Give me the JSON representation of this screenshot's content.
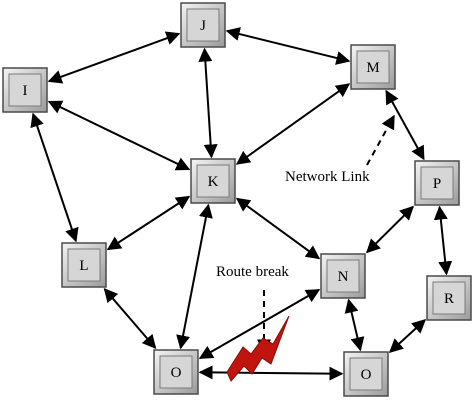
{
  "nodes": [
    {
      "id": "J",
      "label": "J"
    },
    {
      "id": "I",
      "label": "I"
    },
    {
      "id": "M",
      "label": "M"
    },
    {
      "id": "K",
      "label": "K"
    },
    {
      "id": "P",
      "label": "P"
    },
    {
      "id": "L",
      "label": "L"
    },
    {
      "id": "N",
      "label": "N"
    },
    {
      "id": "R",
      "label": "R"
    },
    {
      "id": "O1",
      "label": "O"
    },
    {
      "id": "O2",
      "label": "O"
    }
  ],
  "edges": [
    {
      "from": "J",
      "to": "I"
    },
    {
      "from": "J",
      "to": "K"
    },
    {
      "from": "J",
      "to": "M"
    },
    {
      "from": "I",
      "to": "K"
    },
    {
      "from": "I",
      "to": "L"
    },
    {
      "from": "M",
      "to": "K"
    },
    {
      "from": "M",
      "to": "P"
    },
    {
      "from": "K",
      "to": "L"
    },
    {
      "from": "K",
      "to": "N"
    },
    {
      "from": "K",
      "to": "O1"
    },
    {
      "from": "P",
      "to": "N"
    },
    {
      "from": "P",
      "to": "R"
    },
    {
      "from": "L",
      "to": "O1"
    },
    {
      "from": "N",
      "to": "O1"
    },
    {
      "from": "N",
      "to": "O2"
    },
    {
      "from": "R",
      "to": "O2"
    },
    {
      "from": "O1",
      "to": "O2"
    }
  ],
  "annotations": {
    "network_link": "Network Link",
    "route_break": "Route break"
  },
  "colors": {
    "node_face": "#d6d6d6",
    "node_border": "#4a4a4a",
    "break_mark": "#c0140f"
  }
}
